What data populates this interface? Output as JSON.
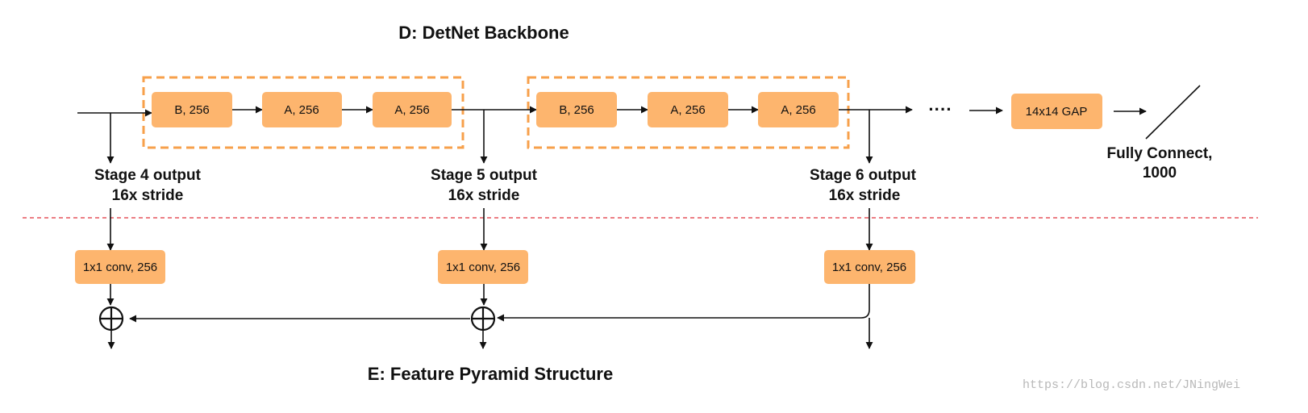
{
  "titles": {
    "backbone": "D: DetNet Backbone",
    "pyramid": "E: Feature Pyramid Structure"
  },
  "stage_a_blocks": [
    "B, 256",
    "A, 256",
    "A, 256"
  ],
  "stage_b_blocks": [
    "B, 256",
    "A, 256",
    "A, 256"
  ],
  "ellipsis": "····",
  "gap_block": "14x14 GAP",
  "fc_label": [
    "Fully Connect,",
    "1000"
  ],
  "stage_outputs": [
    {
      "line1": "Stage 4 output",
      "line2": "16x stride"
    },
    {
      "line1": "Stage 5 output",
      "line2": "16x stride"
    },
    {
      "line1": "Stage 6 output",
      "line2": "16x stride"
    }
  ],
  "conv_blocks": [
    "1x1 conv, 256",
    "1x1 conv, 256",
    "1x1 conv, 256"
  ],
  "add_symbol": "⊕",
  "watermark": "https://blog.csdn.net/JNingWei",
  "colors": {
    "block_fill": "#FDB56E",
    "dashed_group": "#F7A04B",
    "divider": "#E0303A",
    "arrow": "#111111"
  }
}
